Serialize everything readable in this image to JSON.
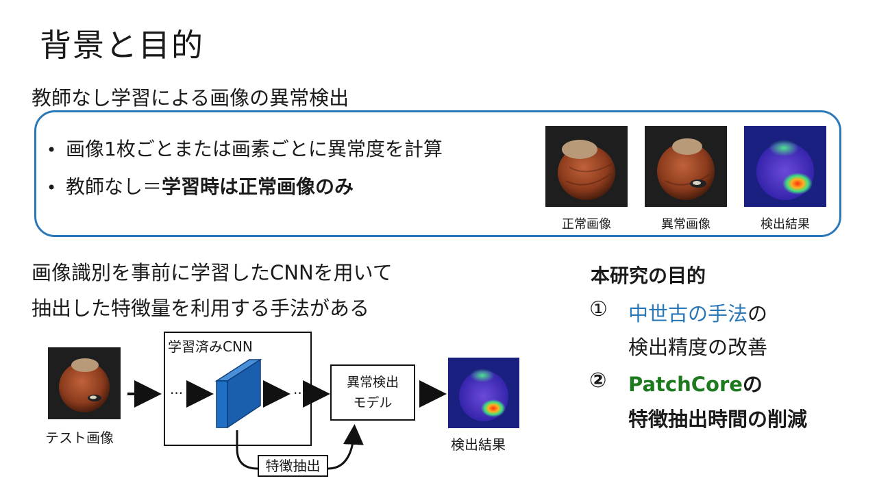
{
  "slide": {
    "title": "背景と目的",
    "subtitle": "教師なし学習による画像の異常検出"
  },
  "panel": {
    "bullets": [
      {
        "marker": "•",
        "text": "画像1枚ごとまたは画素ごとに異常度を計算",
        "bold": ""
      },
      {
        "marker": "•",
        "text": "教師なし＝",
        "bold": "学習時は正常画像のみ"
      }
    ],
    "images": [
      {
        "caption": "正常画像"
      },
      {
        "caption": "異常画像"
      },
      {
        "caption": "検出結果"
      }
    ]
  },
  "method": {
    "line1": "画像識別を事前に学習したCNNを用いて",
    "line2": "抽出した特徴量を利用する手法がある"
  },
  "diagram": {
    "input_label": "テスト画像",
    "cnn_label": "学習済みCNN",
    "dots_left": "···",
    "dots_right": "···",
    "model_line1": "異常検出",
    "model_line2": "モデル",
    "feature_label": "特徴抽出",
    "output_label": "検出結果"
  },
  "objective": {
    "heading": "本研究の目的",
    "items": [
      {
        "marker": "①",
        "highlight": "中世古の手法",
        "rest": "の",
        "line2": "検出精度の改善"
      },
      {
        "marker": "②",
        "highlight": "PatchCore",
        "rest": "の",
        "line2": "特徴抽出時間の削減"
      }
    ]
  },
  "colors": {
    "accent_blue": "#2a78b8",
    "accent_green": "#1e7a1e",
    "cube_blue": "#1f6fc5"
  }
}
